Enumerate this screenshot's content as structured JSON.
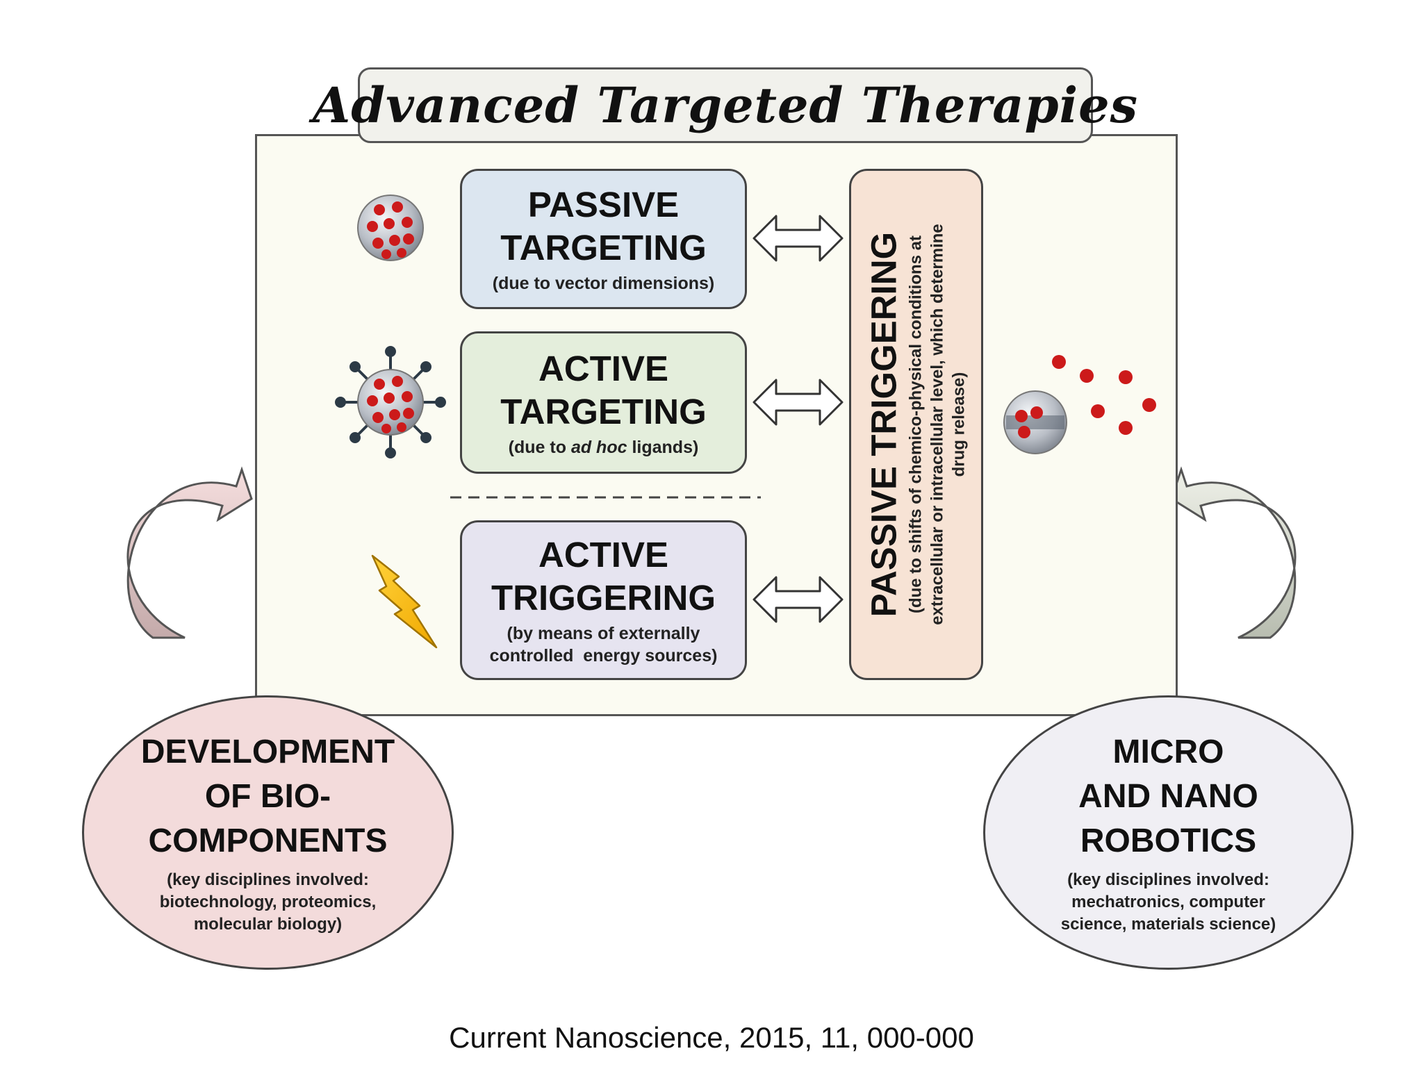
{
  "title": "Advanced Targeted Therapies",
  "boxes": {
    "passive_targeting": {
      "line1": "PASSIVE",
      "line2": "TARGETING",
      "sub": "(due to vector dimensions)"
    },
    "active_targeting": {
      "line1": "ACTIVE",
      "line2": "TARGETING",
      "sub_pre": "(due to ",
      "sub_italic": "ad hoc",
      "sub_post": " ligands)"
    },
    "active_triggering": {
      "line1": "ACTIVE",
      "line2": "TRIGGERING",
      "sub1": "(by means of externally",
      "sub2": "controlled  energy sources)"
    },
    "passive_triggering": {
      "title": "PASSIVE TRIGGERING",
      "sub1": "(due to shifts of chemico-physical conditions at",
      "sub2": "extracellular or intracellular level, which determine",
      "sub3": "drug release)"
    }
  },
  "circles": {
    "left": {
      "line1": "DEVELOPMENT",
      "line2": "OF BIO-",
      "line3": "COMPONENTS",
      "sub1": "(key disciplines involved:",
      "sub2": "biotechnology, proteomics,",
      "sub3": "molecular biology)"
    },
    "right": {
      "line1": "MICRO",
      "line2": "AND NANO",
      "line3": "ROBOTICS",
      "sub1": "(key disciplines involved:",
      "sub2": "mechatronics, computer",
      "sub3": "science, materials science)"
    }
  },
  "caption": "Current Nanoscience, 2015, 11, 000-000",
  "colors": {
    "panel": "#fbfbf2",
    "passive_targeting": "#dce6f0",
    "active_targeting": "#e4eedc",
    "active_triggering": "#e6e4f0",
    "passive_triggering": "#f7e3d5",
    "circle_left": "#f3dbdb",
    "circle_right": "#f0eff4",
    "particle_red": "#cc1a1a",
    "lightning": "#f7c316"
  },
  "icons": [
    "nanoparticle-icon",
    "ligand-nanoparticle-icon",
    "lightning-bolt-icon",
    "drug-release-icon",
    "double-arrow-icon",
    "curved-arrow-icon"
  ]
}
